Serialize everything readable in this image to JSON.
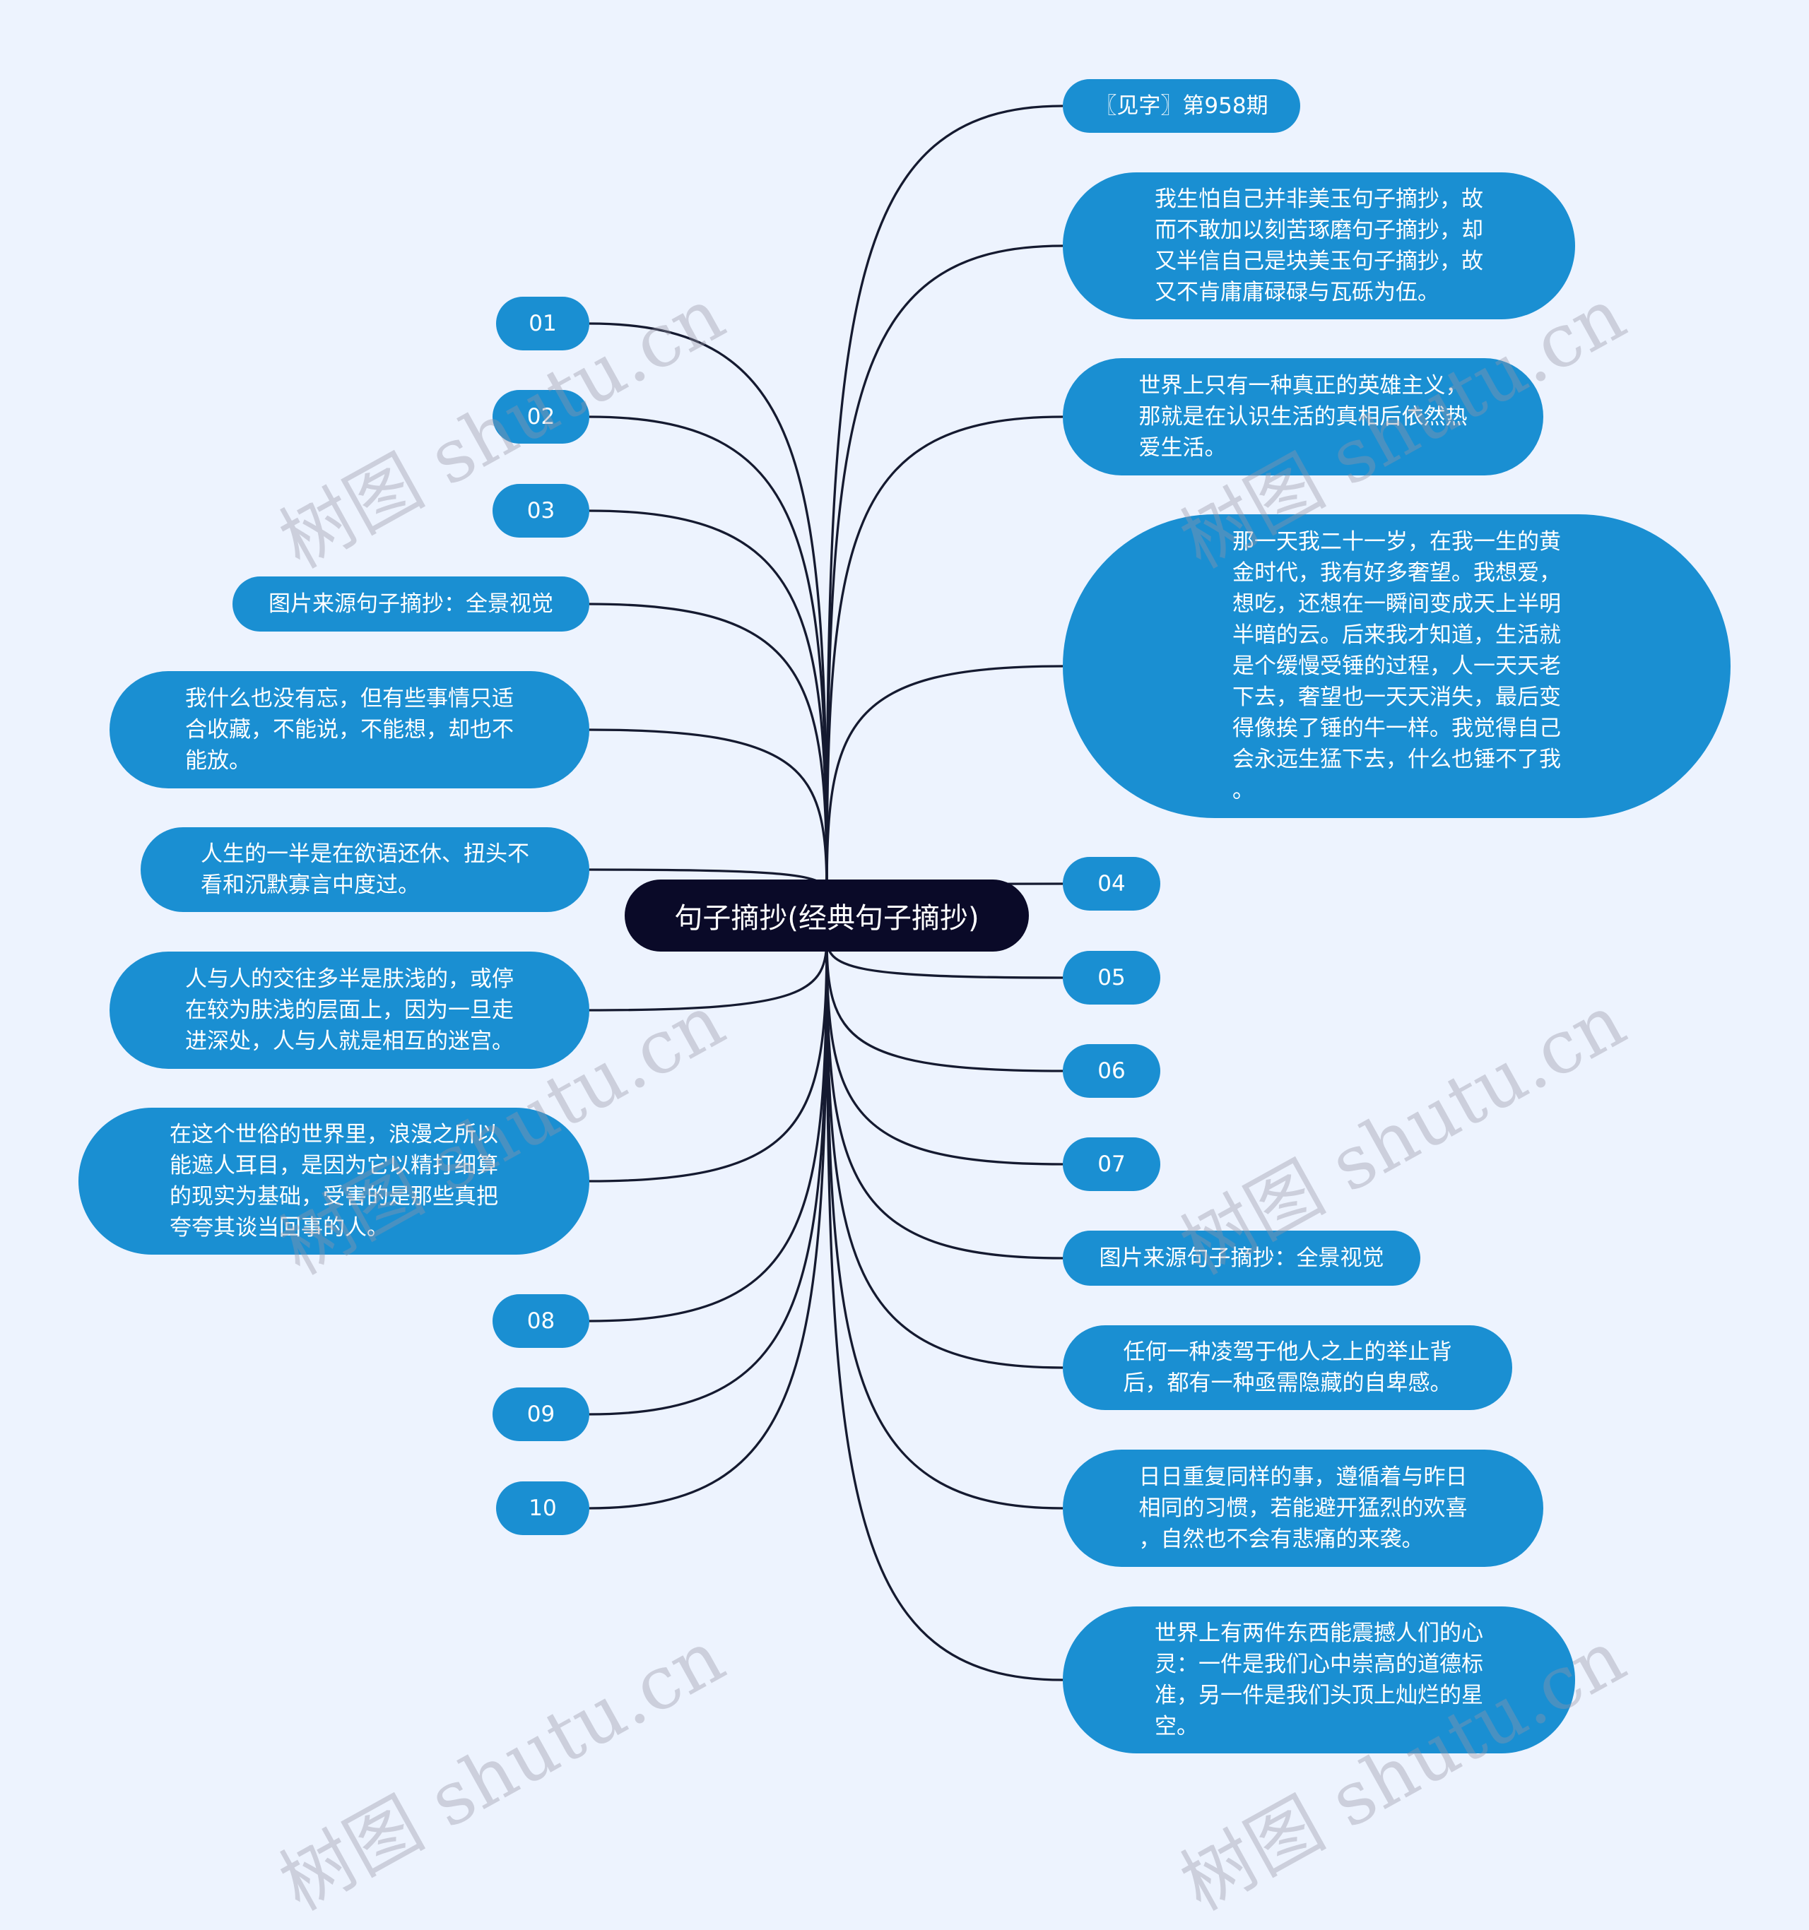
{
  "root": {
    "label": "句子摘抄(经典句子摘抄)"
  },
  "left_nodes": [
    {
      "id": "l1",
      "text": "01"
    },
    {
      "id": "l2",
      "text": "02"
    },
    {
      "id": "l3",
      "text": "03"
    },
    {
      "id": "l4",
      "text": "图片来源句子摘抄：全景视觉"
    },
    {
      "id": "l5",
      "text": "我什么也没有忘，但有些事情只适\n合收藏，不能说，不能想，却也不\n能放。"
    },
    {
      "id": "l6",
      "text": "人生的一半是在欲语还休、扭头不\n看和沉默寡言中度过。"
    },
    {
      "id": "l7",
      "text": "人与人的交往多半是肤浅的，或停\n在较为肤浅的层面上，因为一旦走\n进深处，人与人就是相互的迷宫。"
    },
    {
      "id": "l8",
      "text": "在这个世俗的世界里，浪漫之所以\n能遮人耳目，是因为它以精打细算\n的现实为基础，受害的是那些真把\n夸夸其谈当回事的人。"
    },
    {
      "id": "l9",
      "text": "08"
    },
    {
      "id": "l10",
      "text": "09"
    },
    {
      "id": "l11",
      "text": "10"
    }
  ],
  "right_nodes": [
    {
      "id": "r1",
      "text": "〖见字〗第958期"
    },
    {
      "id": "r2",
      "text": "我生怕自己并非美玉句子摘抄，故\n而不敢加以刻苦琢磨句子摘抄，却\n又半信自己是块美玉句子摘抄，故\n又不肯庸庸碌碌与瓦砾为伍。"
    },
    {
      "id": "r3",
      "text": "世界上只有一种真正的英雄主义，\n那就是在认识生活的真相后依然热\n爱生活。"
    },
    {
      "id": "r4",
      "text": "那一天我二十一岁，在我一生的黄\n金时代，我有好多奢望。我想爱，\n想吃，还想在一瞬间变成天上半明\n半暗的云。后来我才知道，生活就\n是个缓慢受锤的过程，人一天天老\n下去，奢望也一天天消失，最后变\n得像挨了锤的牛一样。我觉得自己\n会永远生猛下去，什么也锤不了我\n。"
    },
    {
      "id": "r5",
      "text": "04"
    },
    {
      "id": "r6",
      "text": "05"
    },
    {
      "id": "r7",
      "text": "06"
    },
    {
      "id": "r8",
      "text": "07"
    },
    {
      "id": "r9",
      "text": "图片来源句子摘抄：全景视觉"
    },
    {
      "id": "r10",
      "text": "任何一种凌驾于他人之上的举止背\n后，都有一种亟需隐藏的自卑感。"
    },
    {
      "id": "r11",
      "text": "日日重复同样的事，遵循着与昨日\n相同的习惯，若能避开猛烈的欢喜\n，自然也不会有悲痛的来袭。"
    },
    {
      "id": "r12",
      "text": "世界上有两件东西能震撼人们的心\n灵：一件是我们心中崇高的道德标\n准，另一件是我们头顶上灿烂的星\n空。"
    }
  ],
  "watermark": "树图 shutu.cn",
  "colors": {
    "background": "#edf3fe",
    "node": "#1a8fd2",
    "root": "#0a0a28",
    "line": "#151a30"
  }
}
